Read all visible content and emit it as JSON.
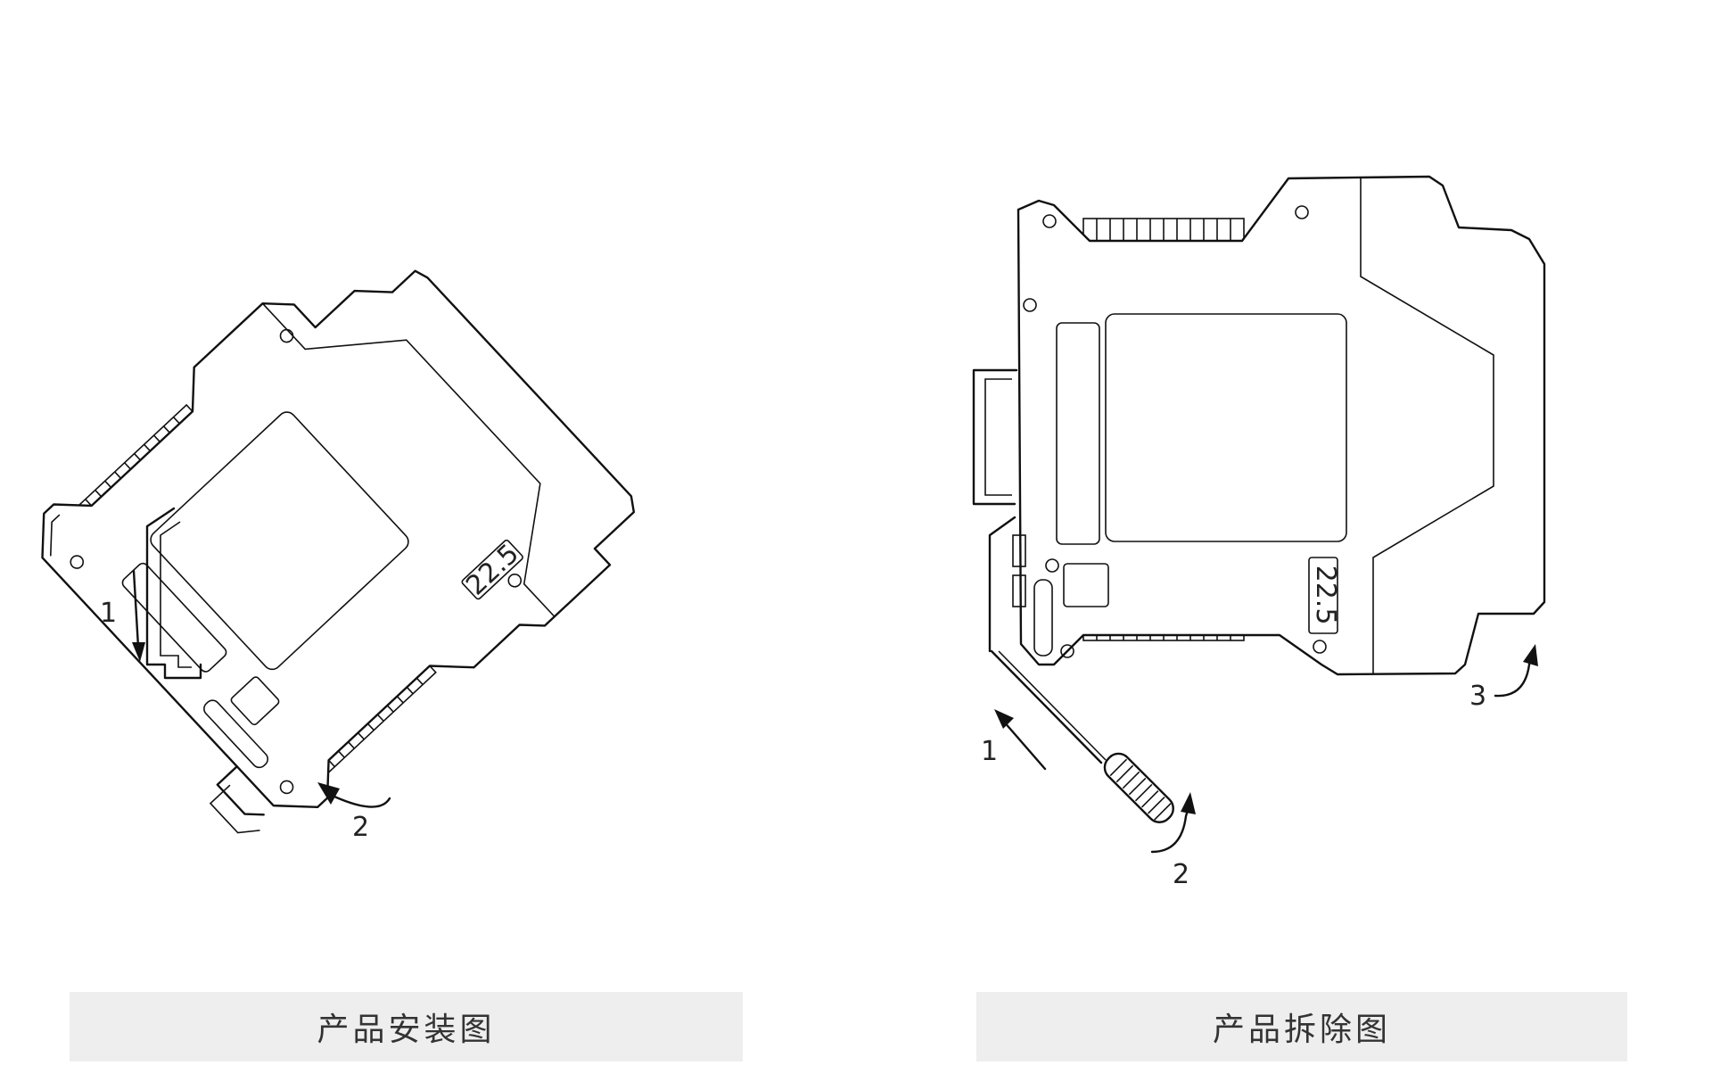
{
  "install": {
    "caption": "产品安装图",
    "width_label": "22.5",
    "steps": [
      "1",
      "2"
    ]
  },
  "removal": {
    "caption": "产品拆除图",
    "width_label": "22.5",
    "steps": [
      "1",
      "2",
      "3"
    ]
  }
}
